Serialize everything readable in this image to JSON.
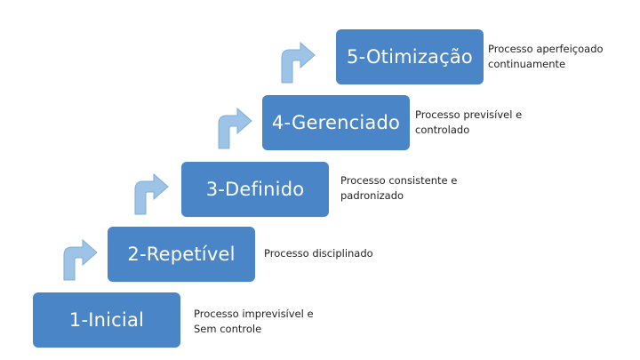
{
  "colors": {
    "box_fill": "#4a86c7",
    "arrow_fill": "#9dc3e6",
    "arrow_stroke": "#7fafd8"
  },
  "steps": [
    {
      "label": "1-Inicial",
      "description": "Processo imprevisível e\nSem controle"
    },
    {
      "label": "2-Repetível",
      "description": "Processo disciplinado"
    },
    {
      "label": "3-Definido",
      "description": "Processo consistente e\npadronizado"
    },
    {
      "label": "4-Gerenciado",
      "description": "Processo previsível e\ncontrolado"
    },
    {
      "label": "5-Otimização",
      "description": "Processo aperfeiçoado\ncontinuamente"
    }
  ]
}
